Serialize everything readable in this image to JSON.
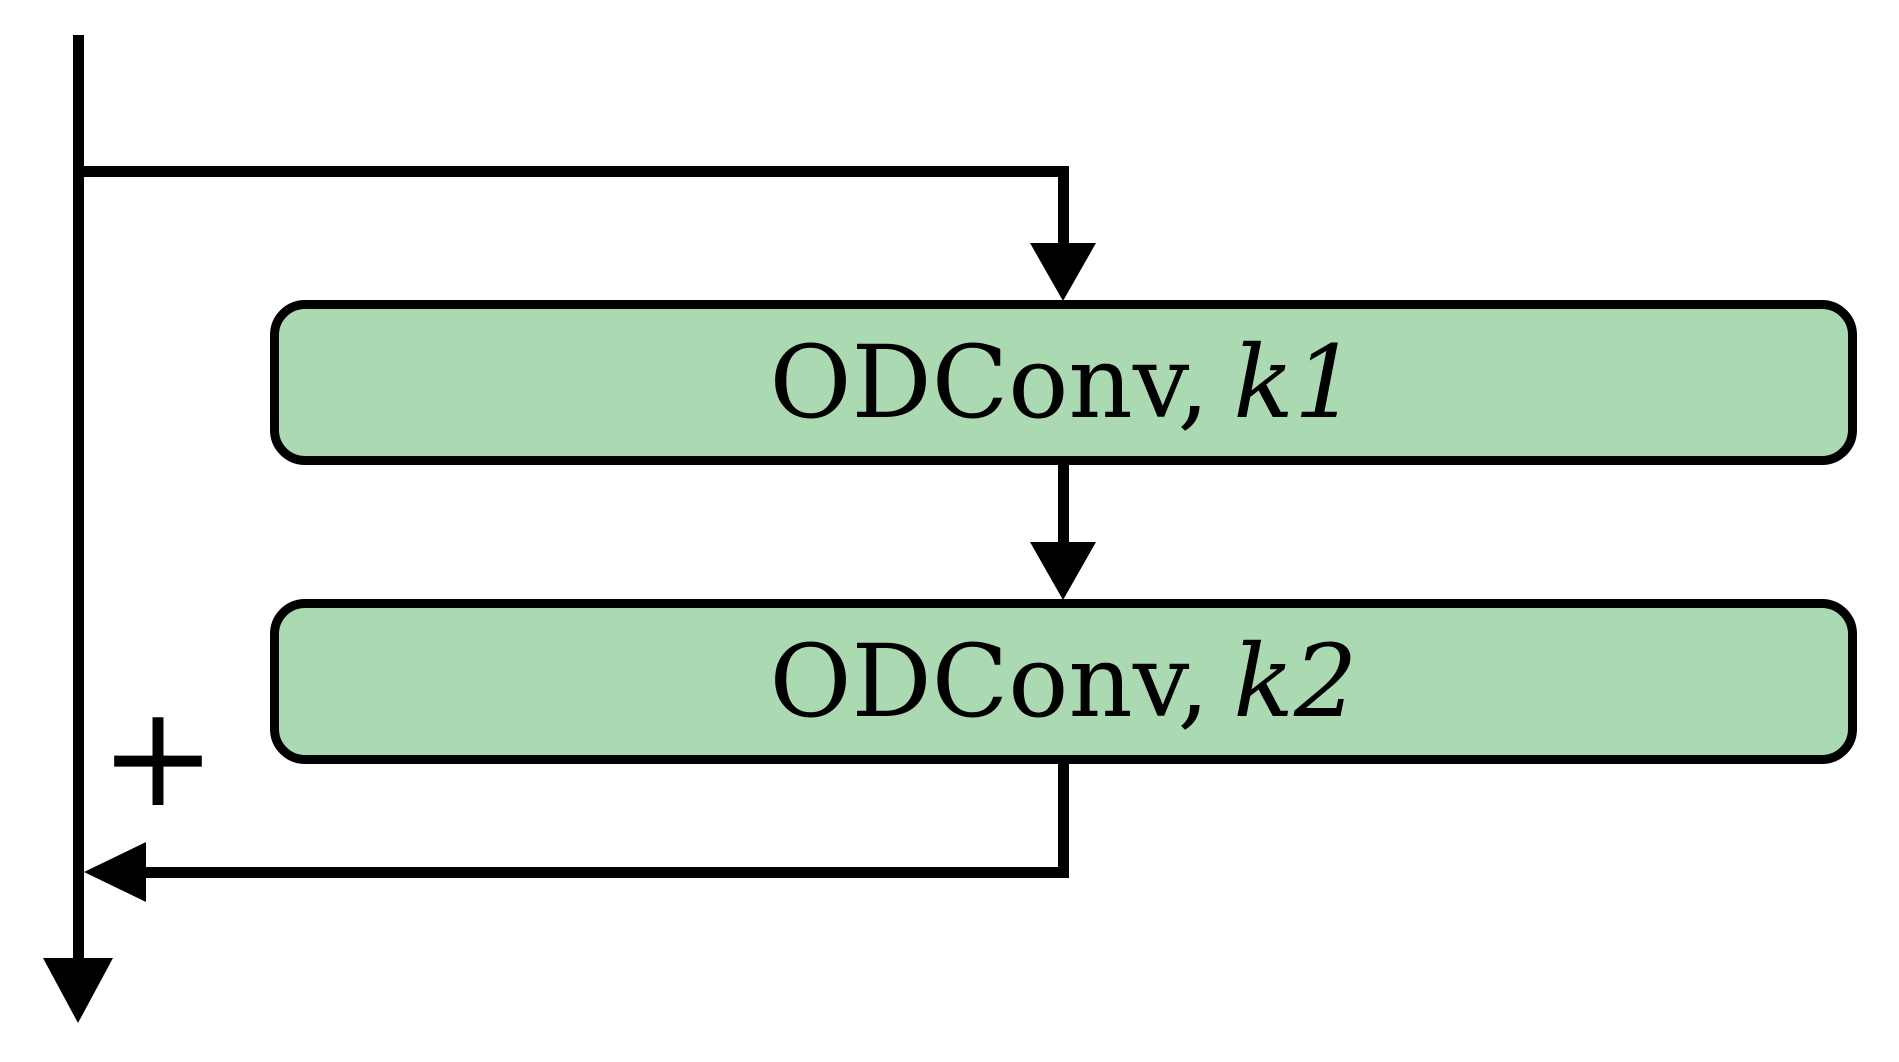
{
  "diagram": {
    "description": "Residual block with two sequential ODConv layers and an element-wise addition skip connection",
    "blocks": [
      {
        "name": "ODConv,",
        "kernel": "k1"
      },
      {
        "name": "ODConv,",
        "kernel": "k2"
      }
    ],
    "operator": "+",
    "colors": {
      "background": "#ffffff",
      "stroke": "#000000",
      "block_fill": "#abd9b2"
    }
  }
}
